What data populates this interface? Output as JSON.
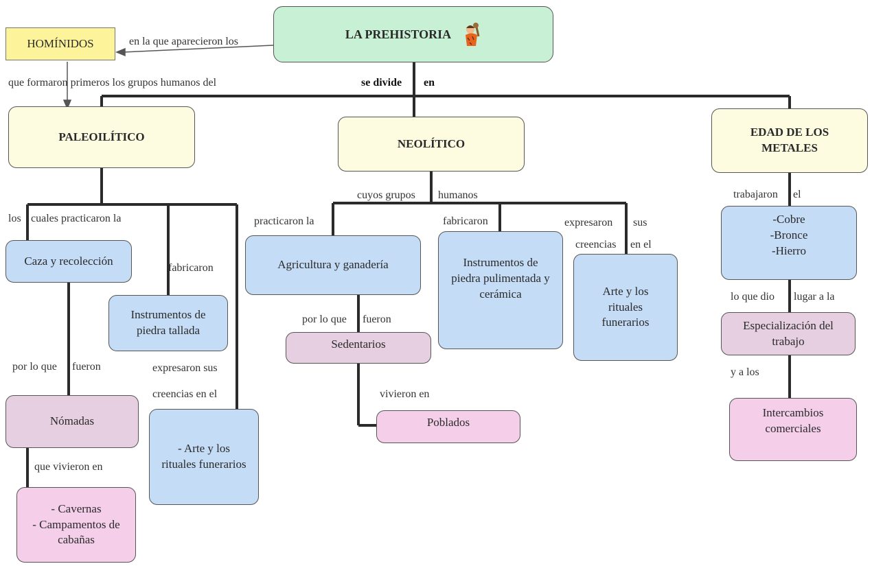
{
  "nodes": {
    "prehistoria": "LA PREHISTORIA",
    "hominidos": "HOMÍNIDOS",
    "paleolitico": "PALEOILÍTICO",
    "neolitico": "NEOLÍTICO",
    "metales": "EDAD DE LOS\nMETALES",
    "caza": "Caza y recolección",
    "instr_tallada": "Instrumentos de\npiedra tallada",
    "nomadas": "Nómadas",
    "arte_paleo": "- Arte y los\nrituales funerarios",
    "cavernas": "- Cavernas\n- Campamentos de\ncabañas",
    "agricultura": "Agricultura y ganadería",
    "sedentarios": "Sedentarios",
    "poblados": "Poblados",
    "instr_pulimentada": "Instrumentos de\npiedra pulimentada y\ncerámica",
    "arte_neo": "Arte y los\nrituales\nfunerarios",
    "metales_lista": "-Cobre\n-Bronce\n-Hierro",
    "especializacion": "Especialización del\ntrabajo",
    "intercambios": "Intercambios\ncomerciales"
  },
  "links": {
    "aparecieron": "en la que aparecieron los",
    "formaron": "que formaron primeros los grupos humanos del",
    "se_divide": "se divide",
    "en": "en",
    "los": "los",
    "cuales": "cuales practicaron la",
    "fabricaron_paleo": "fabricaron",
    "por_lo_que_paleo": "por lo que",
    "fueron_paleo": "fueron",
    "expresaron_paleo": "expresaron sus",
    "creencias_paleo": "creencias en el",
    "vivieron_paleo": "que vivieron en",
    "cuyos": "cuyos grupos",
    "humanos": "humanos",
    "practicaron_neo": "practicaron la",
    "fabricaron_neo": "fabricaron",
    "expresaron_neo": "expresaron",
    "sus": "sus",
    "creencias_neo": "creencias",
    "en_el": "en el",
    "por_lo_que_neo": "por lo que",
    "fueron_neo": "fueron",
    "vivieron_neo": "vivieron en",
    "trabajaron": "trabajaron",
    "el": "el",
    "lo_que_dio": "lo que dio",
    "lugar": "lugar a la",
    "y_a_los": "y a los"
  },
  "icons": {
    "caveman": "caveman-icon"
  },
  "colors": {
    "green": "#c8f0d4",
    "cream": "#fdfbe0",
    "yellow": "#fdf39a",
    "blue": "#c4dcf6",
    "pink": "#f5cfea",
    "mauve": "#e6cfe0"
  }
}
